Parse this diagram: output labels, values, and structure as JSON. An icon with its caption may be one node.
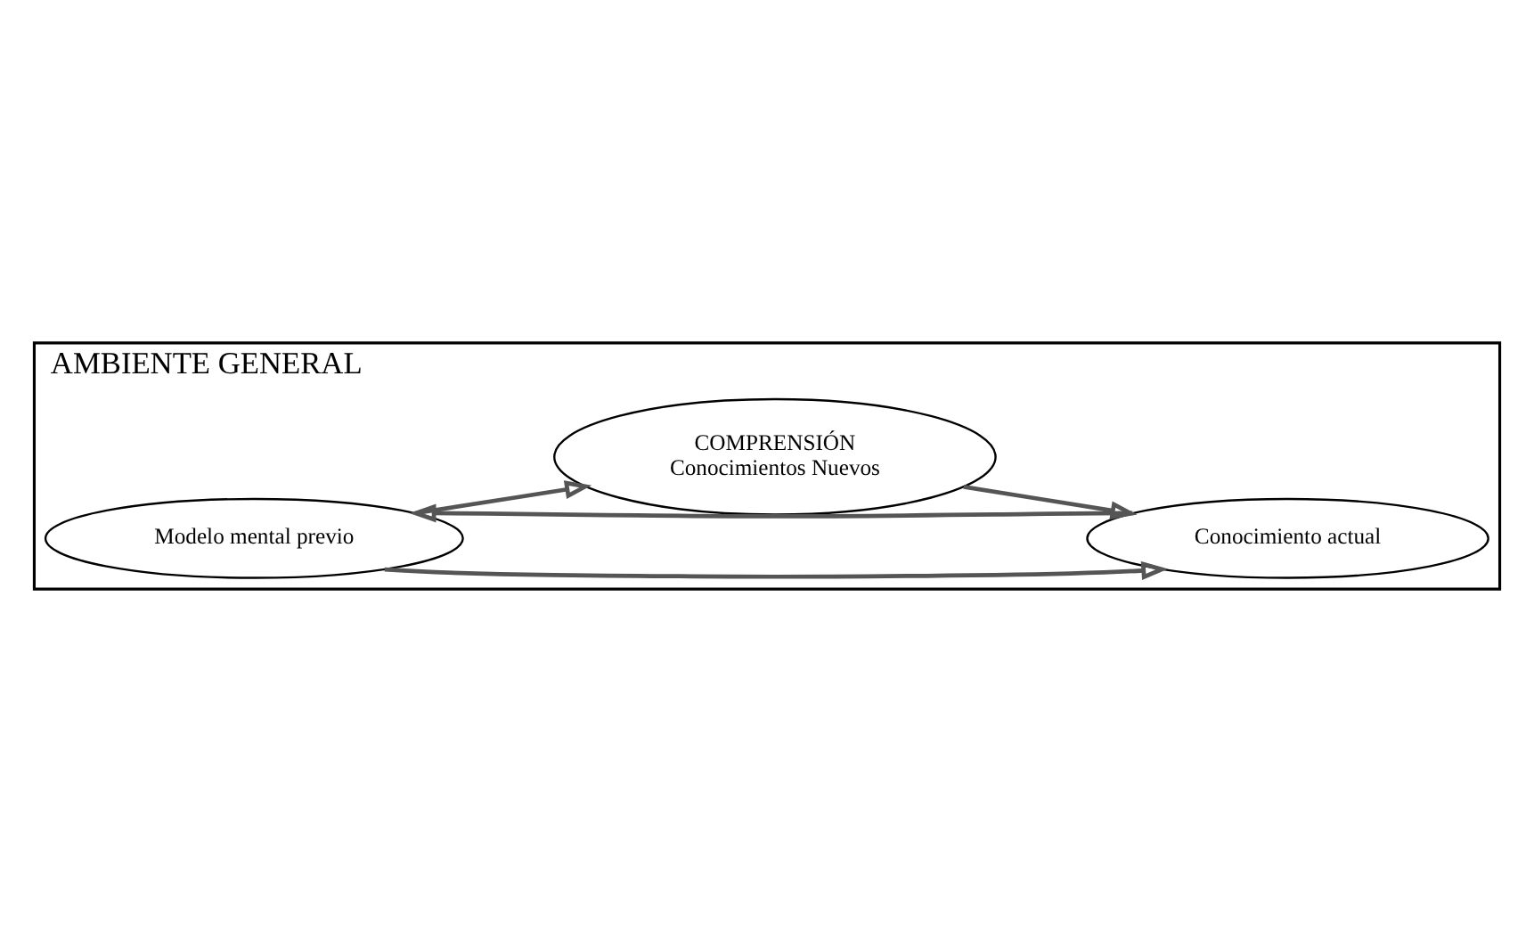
{
  "diagram": {
    "nodes": [
      {
        "text": [
          "AMBIENTE GENERAL"
        ]
      },
      {
        "text": [
          "Modelo mental previo"
        ],
        "in": 0
      },
      {
        "text": [
          "Conocimiento actual"
        ],
        "in": 0
      },
      {
        "text": [
          "COMPRENSIÓN",
          "Conocimientos Nuevos"
        ],
        "in": 0
      }
    ],
    "edges": [
      {
        "from": 1,
        "to": 2,
        "arrow": "to"
      },
      {
        "from": 2,
        "to": 1,
        "arrow": "to"
      },
      {
        "from": 1,
        "to": 3,
        "arrow": "to"
      },
      {
        "from": 3,
        "to": 2,
        "arrow": "to"
      }
    ]
  }
}
